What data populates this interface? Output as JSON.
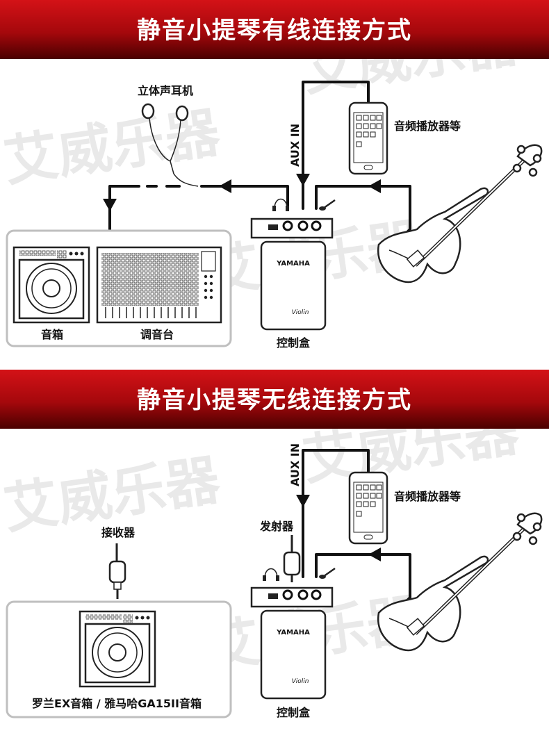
{
  "sections": [
    {
      "title": "静音小提琴有线连接方式",
      "labels": {
        "headphones": "立体声耳机",
        "player": "音频播放器等",
        "aux_in": "AUX IN",
        "speaker": "音箱",
        "mixer": "调音台",
        "control_box": "控制盒"
      }
    },
    {
      "title": "静音小提琴无线连接方式",
      "labels": {
        "aux_in": "AUX IN",
        "player": "音频播放器等",
        "receiver": "接收器",
        "transmitter": "发射器",
        "amp": "罗兰EX音箱 / 雅马哈GA15II音箱",
        "control_box": "控制盒"
      }
    }
  ],
  "device_text": {
    "brand": "YAMAHA",
    "violin_logo": "Violin"
  },
  "watermark": "艾威乐器",
  "colors": {
    "banner_top": "#d41217",
    "banner_bottom": "#4a0000",
    "panel_border": "#bfbfbf"
  }
}
